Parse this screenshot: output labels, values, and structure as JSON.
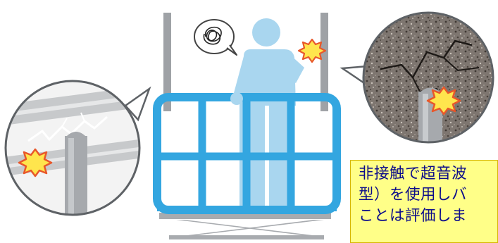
{
  "caption": {
    "lines": [
      "非接触で超音波",
      "型）を使用しバ",
      "ことは評価しま"
    ]
  },
  "colors": {
    "accent_blue": "#33a6e0",
    "person_light_blue": "#a9d6ef",
    "pillar_gray": "#9fa2a6",
    "burst_yellow": "#ffe54d",
    "burst_orange": "#e8572a",
    "caption_bg": "#ffff88",
    "caption_text": "#0c0c8a"
  },
  "icons": [
    "worried-thought-bubble-icon",
    "impact-burst-icon"
  ]
}
